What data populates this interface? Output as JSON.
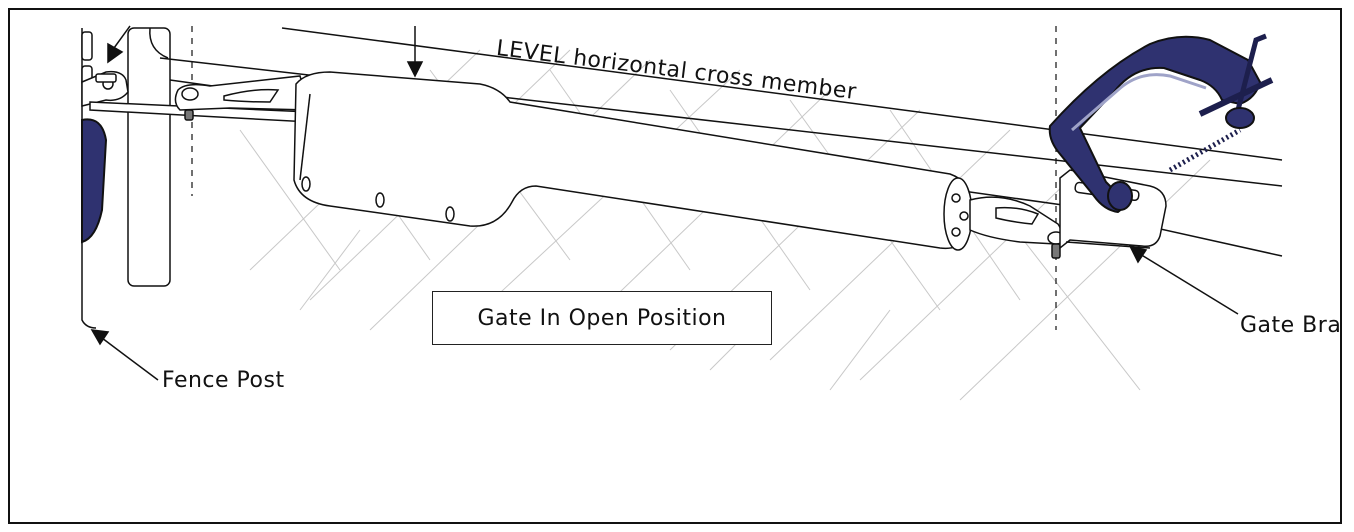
{
  "labels": {
    "level": "LEVEL horizontal cross member",
    "open_position": "Gate In Open Position",
    "fence_post": "Fence Post",
    "gate_bracket": "Gate Bracke"
  },
  "colors": {
    "clamp": "#2f3270",
    "clamp_dark": "#1d1f4d",
    "line": "#111111",
    "hatch": "#bdbdbd"
  }
}
